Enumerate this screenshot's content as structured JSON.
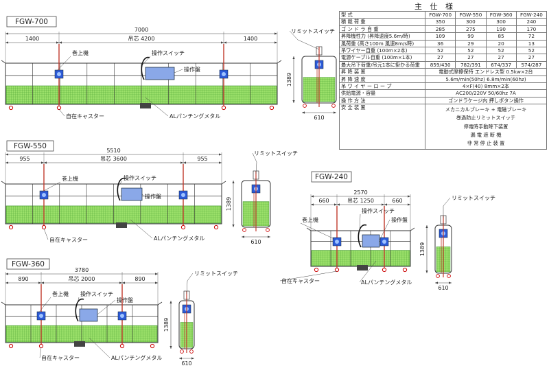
{
  "models": [
    {
      "name": "FGW-700",
      "total_length": "7000",
      "side_offset": "1400",
      "center": "吊芯 4200",
      "height": "1389",
      "depth": "610",
      "labels": {
        "limit_switch": "リミットスイッチ",
        "hoist": "巻上機",
        "control_switch": "操作スイッチ",
        "control_panel": "操作盤",
        "caster": "自在キャスター",
        "mesh": "ALパンチングメタル"
      }
    },
    {
      "name": "FGW-550",
      "total_length": "5510",
      "side_offset": "955",
      "center": "吊芯 3600",
      "height": "1389",
      "depth": "610",
      "labels": {
        "limit_switch": "リミットスイッチ",
        "hoist": "巻上機",
        "control_switch": "操作スイッチ",
        "control_panel": "操作盤",
        "caster": "自在キャスター",
        "mesh": "ALパンチングメタル"
      }
    },
    {
      "name": "FGW-360",
      "total_length": "3780",
      "side_offset": "890",
      "center": "吊芯 2000",
      "height": "1389",
      "depth": "610",
      "labels": {
        "limit_switch": "リミットスイッチ",
        "hoist": "巻上機",
        "control_switch": "操作スイッチ",
        "control_panel": "操作盤",
        "caster": "自在キャスター",
        "mesh": "ALパンチングメタル"
      }
    },
    {
      "name": "FGW-240",
      "total_length": "2570",
      "side_offset": "660",
      "center": "吊芯 1250",
      "height": "1389",
      "depth": "610",
      "labels": {
        "limit_switch": "リミットスイッチ",
        "hoist": "巻上機",
        "control_switch": "操作スイッチ",
        "control_panel": "操作盤",
        "caster": "自在キャスター",
        "mesh": "ALパンチングメタル"
      }
    }
  ],
  "spec": {
    "title": "主 仕 様",
    "header": {
      "label": "型 式",
      "cols": [
        "FGW-700",
        "FGW-550",
        "FGW-360",
        "FGW-240"
      ]
    },
    "rows": [
      {
        "label": "積 載 荷 重",
        "values": [
          "350",
          "300",
          "300",
          "240"
        ]
      },
      {
        "label": "ゴ ン ド ラ 自 重",
        "values": [
          "285",
          "275",
          "190",
          "170"
        ]
      },
      {
        "label": "昇降機性力 (昇降速度5.6m/時)",
        "values": [
          "109",
          "99",
          "85",
          "72"
        ]
      },
      {
        "label": "風荷重 (高さ100m 風速8m/s時)",
        "values": [
          "36",
          "29",
          "20",
          "13"
        ]
      },
      {
        "label": "吊ワイヤー自重 (100m×2本)",
        "values": [
          "52",
          "52",
          "52",
          "52"
        ]
      },
      {
        "label": "電源ケーブル自重 (100m×1本)",
        "values": [
          "27",
          "27",
          "27",
          "27"
        ]
      },
      {
        "label": "最大吊下荷重/吊元1本に掛かる荷重",
        "values": [
          "859/430",
          "782/391",
          "674/337",
          "574/287"
        ]
      }
    ],
    "wide_rows": [
      {
        "label": "昇 降 装 置",
        "value": "電動式摩擦保持 エンドレス型 0.5kw×2台"
      },
      {
        "label": "昇 降 速 度",
        "value": "5.6m/min(50hz)  6.8m/min(60hz)"
      },
      {
        "label": "吊 ワ イ ヤ ー ロ ー プ",
        "value": "4×F(40)  8mm×2本"
      },
      {
        "label": "供給電源・容量",
        "value": "AC200/220V  50/60hz  7A"
      },
      {
        "label": "操 作 方 法",
        "value": "ゴンドラケージ内 押しボタン操作"
      }
    ],
    "safety": {
      "label": "安 全 装 置",
      "items": [
        "メカニカルブレーキ + 電磁ブレーキ",
        "巻過防止リミットスイッチ",
        "停電時手動降下装置",
        "漏 電 遮 断 機",
        "非 常 停 止 装 置"
      ]
    }
  },
  "colors": {
    "mesh": "#7ed957",
    "frame": "#333333",
    "hoist": "#2d5bd8",
    "wire": "#c0392b",
    "dim": "#444444"
  }
}
